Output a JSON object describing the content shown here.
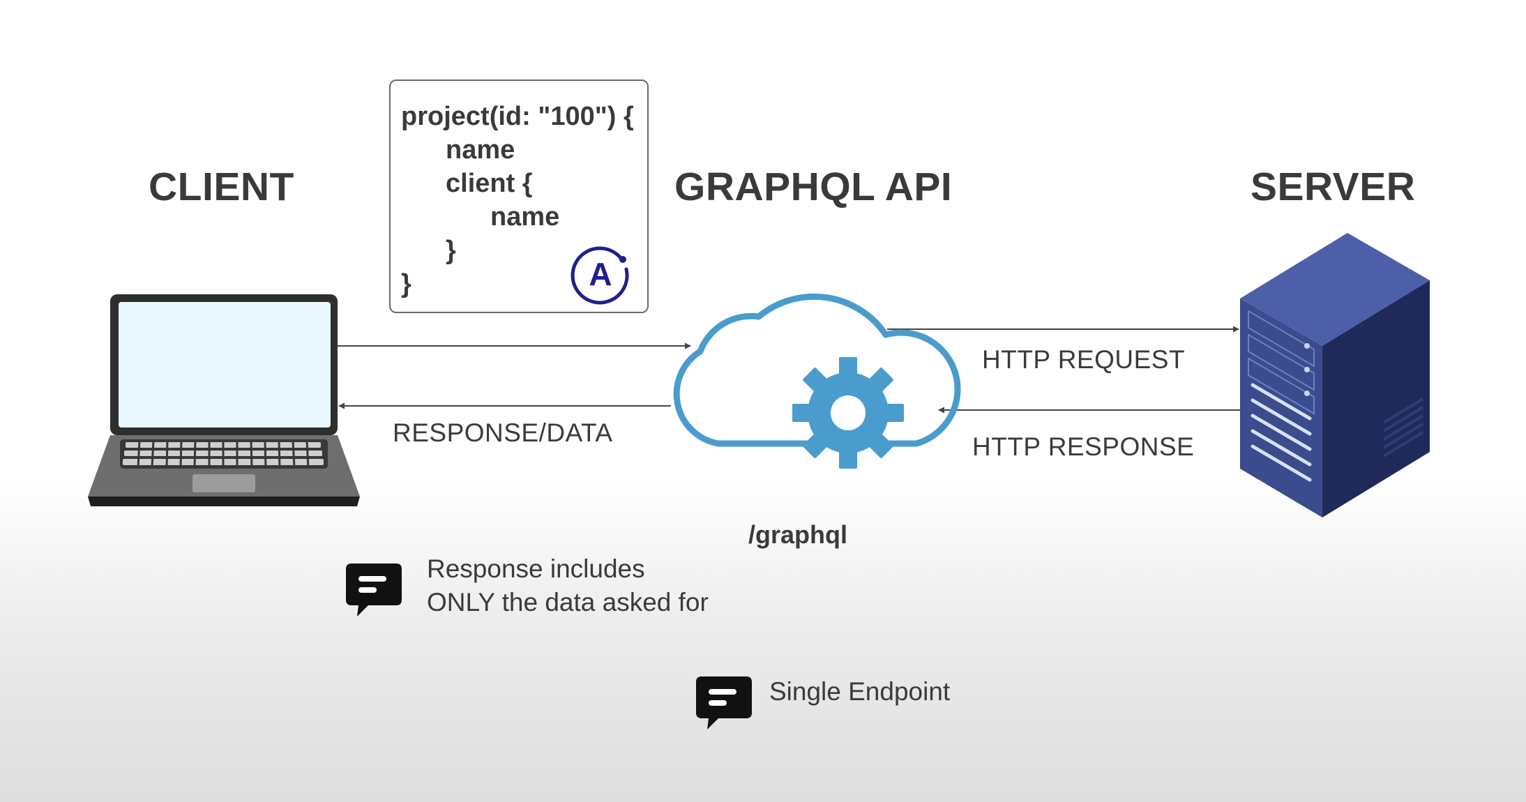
{
  "titles": {
    "client": "CLIENT",
    "api": "GRAPHQL API",
    "server": "SERVER"
  },
  "query": {
    "lines": [
      "project(id: \"100\") {",
      "name",
      "client {",
      "name",
      "}",
      "}"
    ],
    "badge_letter": "A"
  },
  "arrows": {
    "response_data": "RESPONSE/DATA",
    "http_request": "HTTP REQUEST",
    "http_response": "HTTP RESPONSE"
  },
  "endpoint": "/graphql",
  "notes": {
    "response_line1": "Response includes",
    "response_line2": "ONLY the data asked for",
    "single_endpoint": "Single Endpoint"
  },
  "icons": {
    "laptop": "laptop-icon",
    "cloud": "cloud-gear-icon",
    "server": "server-rack-icon",
    "apollo": "apollo-logo-icon",
    "chat": "chat-bubble-icon"
  },
  "colors": {
    "text": "#3a3a3a",
    "cloud_blue": "#4a9ccc",
    "server_navy": "#2b3a73",
    "apollo_indigo": "#1f1f8f"
  }
}
